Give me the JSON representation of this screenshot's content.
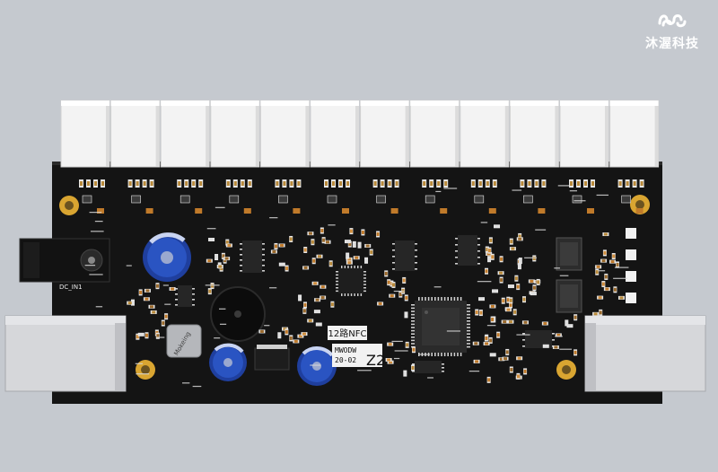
{
  "brand": {
    "name": "沐渥科技"
  },
  "board": {
    "label_box": "12路NFC",
    "model_box_line1": "MWODW",
    "model_box_line2": "20-02",
    "model_box_big": "Z2",
    "inductor_text": "Mokeing",
    "power_label": "DC_IN1",
    "colors": {
      "pcb": "#151515",
      "silkscreen": "#e8e8e8",
      "connector": "#f3f3f3",
      "gold": "#d9a531",
      "background": "#c5c9cf",
      "cap_blue": "#1f3f9e"
    }
  }
}
